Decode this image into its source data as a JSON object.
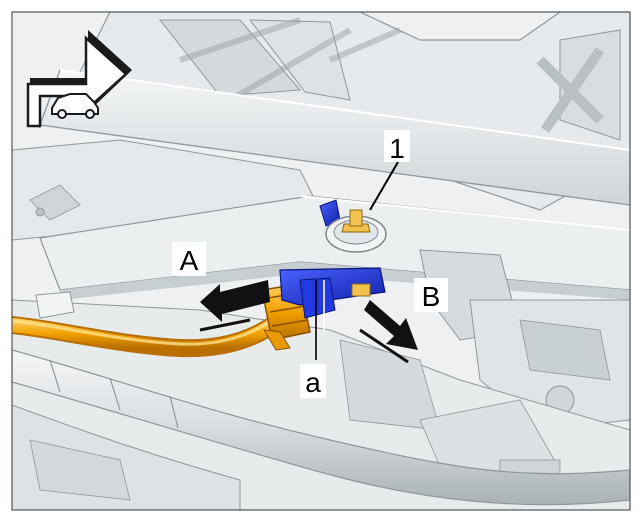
{
  "callouts": {
    "part_1": "1",
    "arrow_a": "A",
    "arrow_b": "B",
    "label_a": "a"
  },
  "icons": {
    "orientation": "vehicle-direction-icon"
  },
  "colors": {
    "background": "#eef0f1",
    "structure": "#e3e7e9",
    "structure_shadow": "#c9cfd2",
    "outline": "#8e979c",
    "connector_blue": "#1a2fd6",
    "harness_orange": "#f0a000",
    "harness_orange_dark": "#c27800",
    "bolt_yellow": "#f2c14e"
  }
}
